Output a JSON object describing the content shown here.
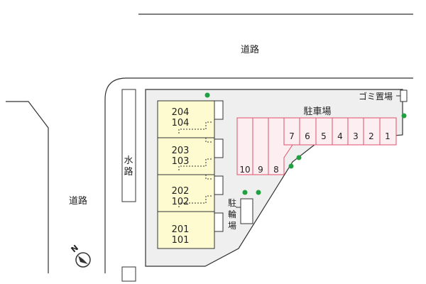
{
  "labels": {
    "road_top": "道路",
    "road_left": "道路",
    "waterway": [
      "水",
      "路"
    ],
    "parking": "駐車場",
    "garbage": "ゴミ置場",
    "bicycle": [
      "駐",
      "輪",
      "場"
    ]
  },
  "units": [
    {
      "upper": "204",
      "lower": "104"
    },
    {
      "upper": "203",
      "lower": "103"
    },
    {
      "upper": "202",
      "lower": "102"
    },
    {
      "upper": "201",
      "lower": "101"
    }
  ],
  "parking_spaces_top": [
    "7",
    "6",
    "5",
    "4",
    "3",
    "2",
    "1"
  ],
  "parking_spaces_bottom": [
    "10",
    "9",
    "8"
  ],
  "compass": {
    "letter": "N",
    "icon": "compass-icon"
  },
  "colors": {
    "lot_fill": "#efefef",
    "building_fill": "#fefbd0",
    "parking_line": "#e0506a",
    "parking_fill": "#fdeef1",
    "tree": "#20a040",
    "line": "#333333"
  }
}
